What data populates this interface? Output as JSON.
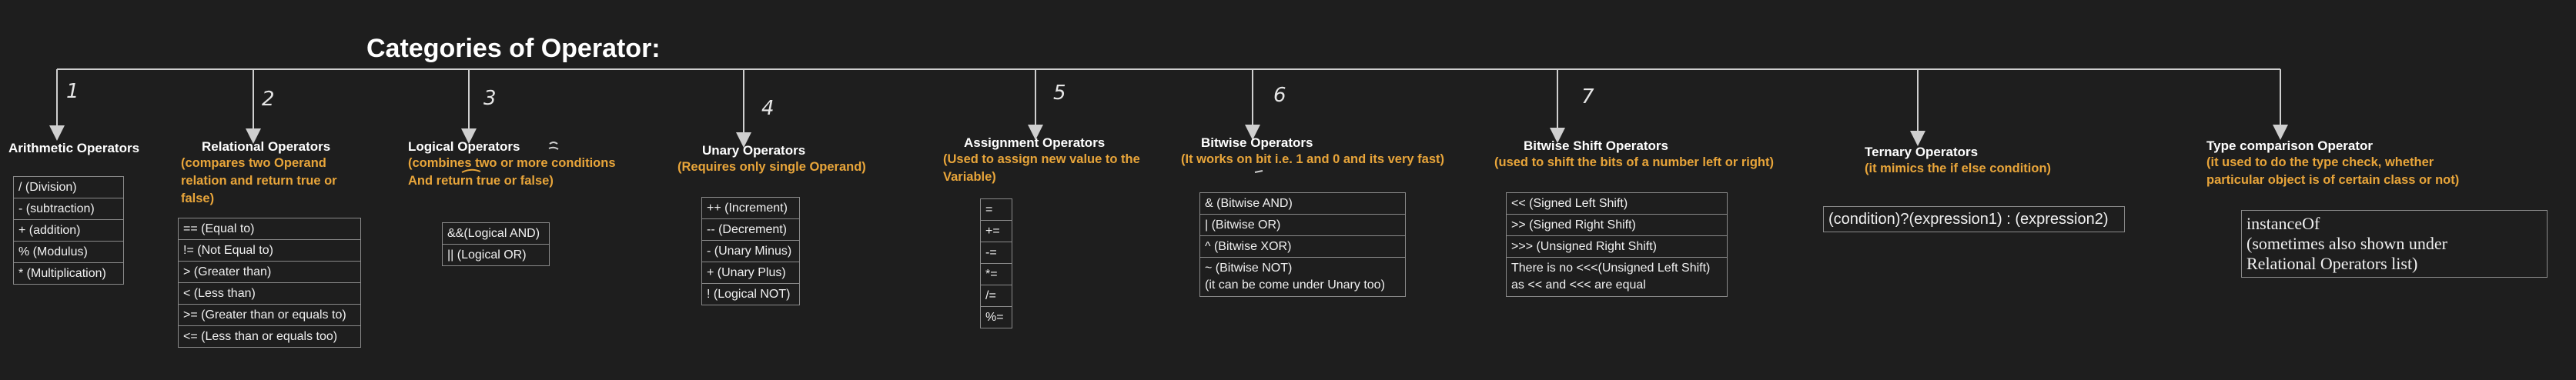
{
  "title": "Categories of Operator:",
  "numbers": [
    "1",
    "2",
    "3",
    "4",
    "5",
    "6",
    "7"
  ],
  "categories": [
    {
      "key": "arithmetic",
      "title": "Arithmetic Operators",
      "desc": "",
      "items": [
        "/ (Division)",
        "- (subtraction)",
        "+ (addition)",
        "% (Modulus)",
        "* (Multiplication)"
      ]
    },
    {
      "key": "relational",
      "title": "Relational Operators",
      "desc": "(compares two Operand relation and return true or false)",
      "items": [
        "== (Equal to)",
        "!= (Not Equal to)",
        "> (Greater than)",
        "< (Less than)",
        ">= (Greater than or equals to)",
        "<= (Less than or equals too)"
      ]
    },
    {
      "key": "logical",
      "title": "Logical Operators",
      "desc": "(combines two or more conditions And return true or false)",
      "items": [
        "&&(Logical AND)",
        "|| (Logical OR)"
      ]
    },
    {
      "key": "unary",
      "title": "Unary Operators",
      "desc": "(Requires only single Operand)",
      "items": [
        "++ (Increment)",
        "-- (Decrement)",
        "- (Unary Minus)",
        "+ (Unary Plus)",
        "! (Logical NOT)"
      ]
    },
    {
      "key": "assignment",
      "title": "Assignment Operators",
      "desc": "(Used to assign new value to the Variable)",
      "items": [
        "=",
        "+=",
        "-=",
        "*=",
        "/=",
        "%="
      ]
    },
    {
      "key": "bitwise",
      "title": "Bitwise Operators",
      "desc": "(It works on bit i.e. 1 and 0 and its very fast)",
      "items": [
        "& (Bitwise AND)",
        "| (Bitwise OR)",
        "^ (Bitwise XOR)",
        "~ (Bitwise NOT)",
        "(it can be come under Unary too)"
      ]
    },
    {
      "key": "shift",
      "title": "Bitwise Shift Operators",
      "desc": "(used to shift the bits of a number left or right)",
      "items": [
        "<< (Signed Left Shift)",
        ">> (Signed Right Shift)",
        ">>> (Unsigned Right Shift)",
        "There is no <<<(Unsigned Left Shift)",
        "as << and <<< are equal"
      ]
    },
    {
      "key": "ternary",
      "title": "Ternary Operators",
      "desc": "(it mimics the if else condition)",
      "items": [
        "(condition)?(expression1) : (expression2)"
      ]
    },
    {
      "key": "typecomparison",
      "title": "Type comparison Operator",
      "desc": "(it used to do the type check, whether particular object is of certain class or not)",
      "items": [
        "instanceOf",
        "(sometimes also shown under",
        "Relational Operators list)"
      ]
    }
  ]
}
